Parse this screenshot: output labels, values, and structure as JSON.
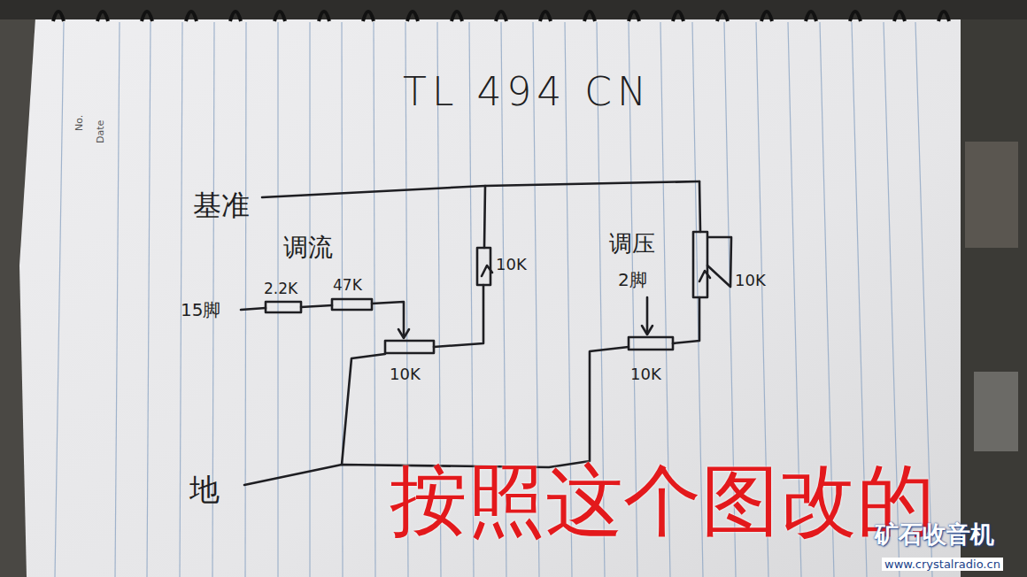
{
  "diagram": {
    "title": "TL 494 CN",
    "labels": [
      "No.",
      "Date",
      "基准",
      "调流",
      "15脚",
      "2.2K",
      "47K",
      "10K",
      "10K",
      "调压",
      "2脚",
      "10K",
      "10K",
      "地",
      "按照这个图改的",
      "矿石收音机",
      "www.crystalradio.cn"
    ]
  }
}
